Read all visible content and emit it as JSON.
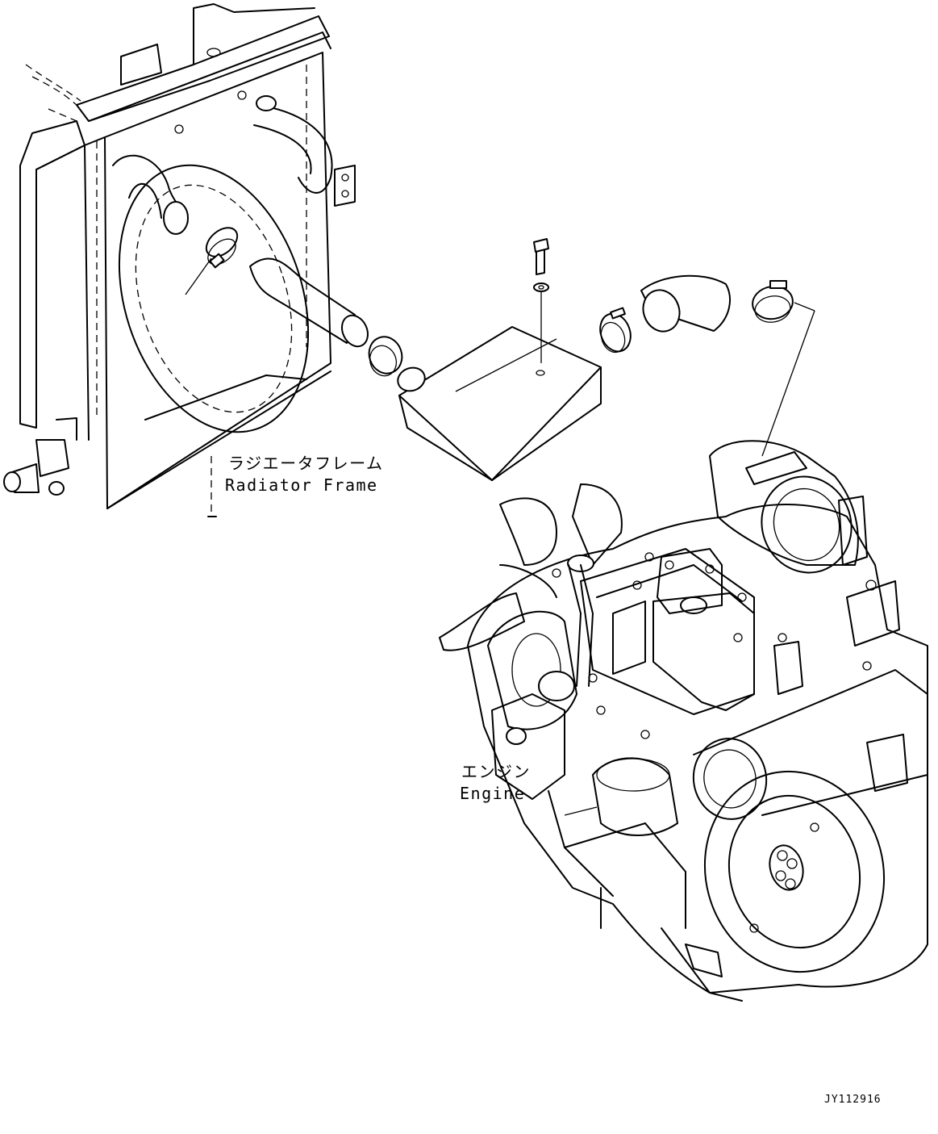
{
  "labels": {
    "radiator_frame_jp": "ラジエータフレーム",
    "radiator_frame_en": "Radiator Frame",
    "engine_jp": "エンジン",
    "engine_en": "Engine"
  },
  "figure_id": "JY112916",
  "colors": {
    "line": "#000000",
    "background": "#ffffff"
  }
}
